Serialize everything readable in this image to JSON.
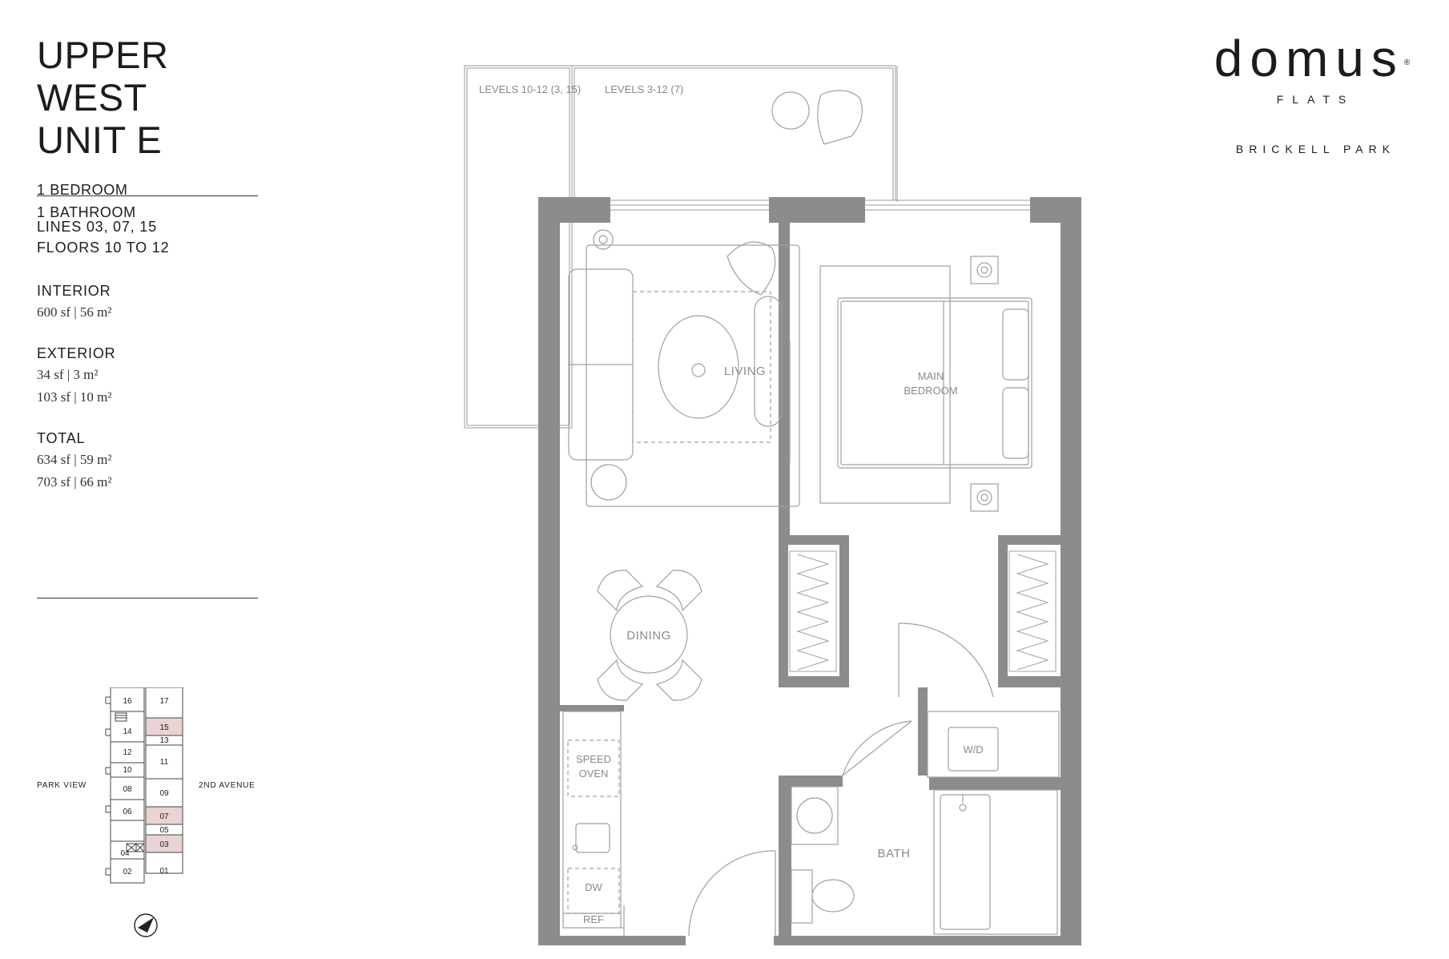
{
  "unit": {
    "title_line1": "UPPER WEST",
    "title_line2": "UNIT E",
    "bedrooms": "1 BEDROOM",
    "bathrooms": "1 BATHROOM",
    "lines": "LINES 03, 07, 15",
    "floors": "FLOORS 10 TO 12"
  },
  "areas": {
    "interior_label": "INTERIOR",
    "interior_value": "600 sf | 56 m²",
    "exterior_label": "EXTERIOR",
    "exterior_values": [
      "34 sf | 3 m²",
      "103 sf | 10 m²"
    ],
    "total_label": "TOTAL",
    "total_values": [
      "634 sf | 59 m²",
      "703 sf | 66 m²"
    ]
  },
  "keyplan": {
    "left_label": "PARK VIEW",
    "right_label": "2ND AVENUE",
    "units": [
      "16",
      "17",
      "15",
      "14",
      "13",
      "12",
      "11",
      "10",
      "08",
      "09",
      "06",
      "07",
      "05",
      "04",
      "03",
      "02",
      "01"
    ],
    "highlighted_units": [
      "15",
      "07",
      "03"
    ],
    "highlight_color": "#e9d3d3"
  },
  "brand": {
    "logo_word": "domus",
    "logo_reg": "®",
    "logo_sub": "FLATS",
    "location": "BRICKELL PARK"
  },
  "plan": {
    "balcony_label_a": "LEVELS 10-12 (3, 15)",
    "balcony_label_b": "LEVELS 3-12 (7)",
    "living": "LIVING",
    "dining": "DINING",
    "bedroom_line1": "MAIN",
    "bedroom_line2": "BEDROOM",
    "speed_oven_line1": "SPEED",
    "speed_oven_line2": "OVEN",
    "dw": "DW",
    "ref": "REF",
    "wd": "W/D",
    "bath": "BATH",
    "wall_color": "#8c8c8c",
    "line_color": "#9a9a9a"
  }
}
